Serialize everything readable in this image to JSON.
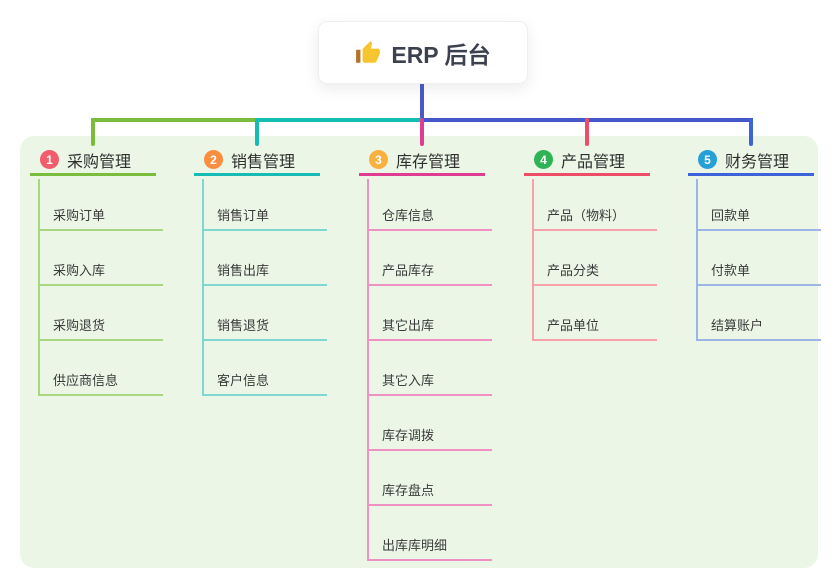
{
  "root": {
    "label": "ERP 后台",
    "icon": "thumbs-up-icon"
  },
  "panel_color": "#ebf6e7",
  "connector": {
    "root_color": "#4b58c6",
    "left_color": "#7abc3b",
    "mid_color": "#14bcb4",
    "right_color": "#4657c9"
  },
  "branches": [
    {
      "num": "1",
      "label": "采购管理",
      "color": "#7abc3b",
      "light": "#a8d77f",
      "badge_color": "#f25c6b",
      "children": [
        "采购订单",
        "采购入库",
        "采购退货",
        "供应商信息"
      ]
    },
    {
      "num": "2",
      "label": "销售管理",
      "color": "#14bcb4",
      "light": "#7fd7d1",
      "badge_color": "#fb8d3f",
      "children": [
        "销售订单",
        "销售出库",
        "销售退货",
        "客户信息"
      ]
    },
    {
      "num": "3",
      "label": "库存管理",
      "color": "#df3c92",
      "light": "#f091c3",
      "badge_color": "#f8b03e",
      "children": [
        "仓库信息",
        "产品库存",
        "其它出库",
        "其它入库",
        "库存调拨",
        "库存盘点",
        "出库库明细"
      ]
    },
    {
      "num": "4",
      "label": "产品管理",
      "color": "#ee4d67",
      "light": "#f7a2a9",
      "badge_color": "#2fb357",
      "children": [
        "产品（物料）",
        "产品分类",
        "产品单位"
      ]
    },
    {
      "num": "5",
      "label": "财务管理",
      "color": "#3e63d8",
      "light": "#9db4e6",
      "badge_color": "#27a0d8",
      "children": [
        "回款单",
        "付款单",
        "结算账户"
      ]
    }
  ]
}
